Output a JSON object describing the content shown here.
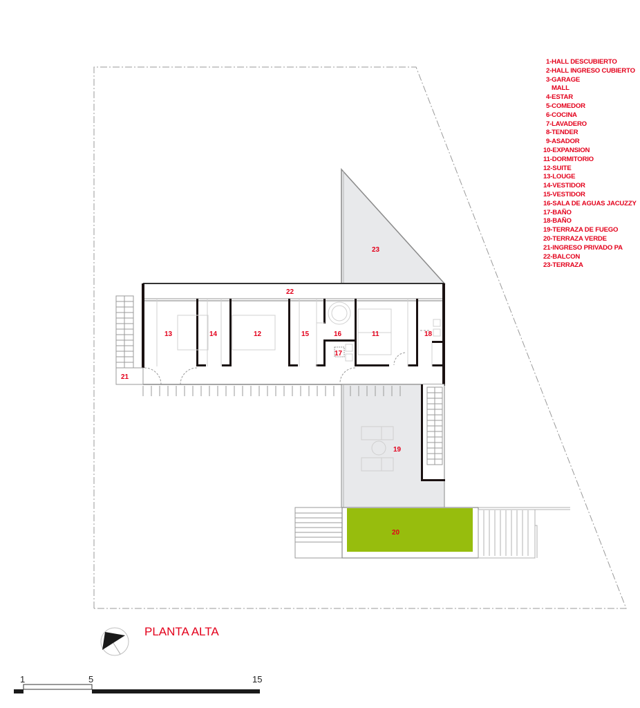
{
  "drawing": {
    "title": "PLANTA ALTA",
    "type": "architectural floor plan"
  },
  "legend": {
    "items": [
      {
        "num": "1",
        "label": "1-HALL DESCUBIERTO"
      },
      {
        "num": "2",
        "label": "2-HALL INGRESO CUBIERTO"
      },
      {
        "num": "3",
        "label": "3-GARAGE"
      },
      {
        "num": "",
        "label": "MALL"
      },
      {
        "num": "4",
        "label": "4-ESTAR"
      },
      {
        "num": "5",
        "label": "5-COMEDOR"
      },
      {
        "num": "6",
        "label": "6-COCINA"
      },
      {
        "num": "7",
        "label": "7-LAVADERO"
      },
      {
        "num": "8",
        "label": "8-TENDER"
      },
      {
        "num": "9",
        "label": "9-ASADOR"
      },
      {
        "num": "10",
        "label": "10-EXPANSION"
      },
      {
        "num": "11",
        "label": "11-DORMITORIO"
      },
      {
        "num": "12",
        "label": "12-SUITE"
      },
      {
        "num": "13",
        "label": "13-LOUGE"
      },
      {
        "num": "14",
        "label": "14-VESTIDOR"
      },
      {
        "num": "15",
        "label": "15-VESTIDOR"
      },
      {
        "num": "16",
        "label": "16-SALA DE AGUAS JACUZZY"
      },
      {
        "num": "17",
        "label": "17-BAÑO"
      },
      {
        "num": "18",
        "label": "18-BAÑO"
      },
      {
        "num": "19",
        "label": "19-TERRAZA DE FUEGO"
      },
      {
        "num": "20",
        "label": "20-TERRAZA VERDE"
      },
      {
        "num": "21",
        "label": "21-INGRESO PRIVADO PA"
      },
      {
        "num": "22",
        "label": "22-BALCON"
      },
      {
        "num": "23",
        "label": "23-TERRAZA"
      }
    ]
  },
  "rooms": {
    "r11": "11",
    "r12": "12",
    "r13": "13",
    "r14": "14",
    "r15": "15",
    "r16": "16",
    "r17": "17",
    "r18": "18",
    "r19": "19",
    "r20": "20",
    "r21": "21",
    "r22": "22",
    "r23": "23"
  },
  "scale_bar": {
    "labels": [
      "1",
      "5",
      "15"
    ]
  },
  "colors": {
    "label_red": "#e3001b",
    "green_terrace": "#97bd0d",
    "terrace_gray": "#e8e9eb",
    "wall": "#1a1111"
  }
}
